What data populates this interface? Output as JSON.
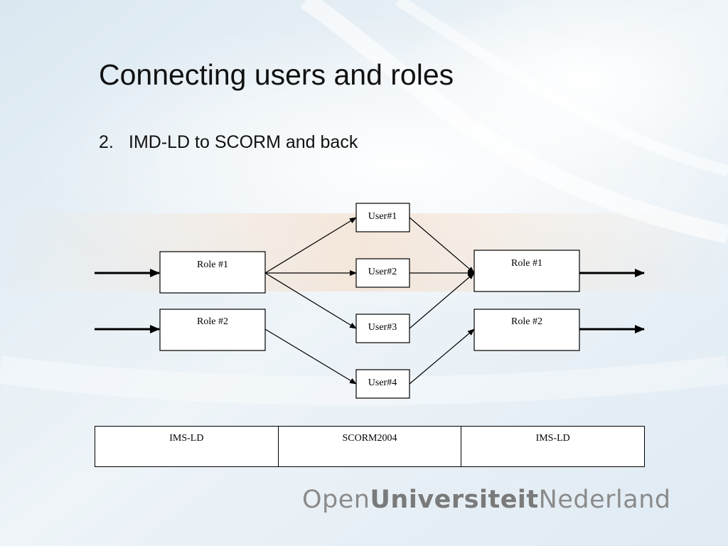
{
  "slide": {
    "title": "Connecting users and roles",
    "bullet_number": "2.",
    "bullet_text": "IMD-LD to SCORM and back"
  },
  "diagram": {
    "left_roles": [
      "Role #1",
      "Role #2"
    ],
    "users": [
      "User#1",
      "User#2",
      "User#3",
      "User#4"
    ],
    "right_roles": [
      "Role #1",
      "Role #2"
    ]
  },
  "table": {
    "columns": [
      "IMS-LD",
      "SCORM2004",
      "IMS-LD"
    ]
  },
  "logo": {
    "part1": "Open",
    "part2": "Universiteit",
    "part3": "Nederland"
  },
  "colors": {
    "background": "#e9f1f7",
    "text": "#111111",
    "logo": "#8b8b8b"
  }
}
